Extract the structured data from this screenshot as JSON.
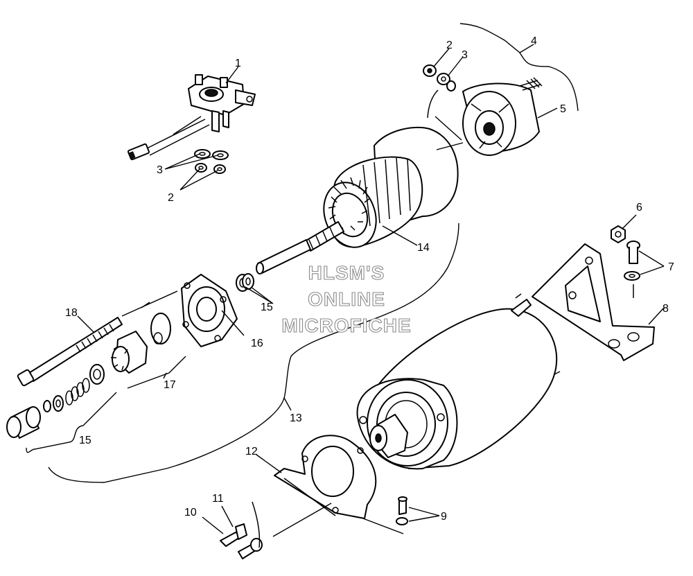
{
  "watermark": {
    "line1": "HLSM'S",
    "line2": "ONLINE",
    "line3": "MICROFICHE"
  },
  "callouts": {
    "n1": "1",
    "n2a": "2",
    "n2b": "2",
    "n3a": "3",
    "n3b": "3",
    "n4": "4",
    "n5": "5",
    "n6": "6",
    "n7": "7",
    "n8": "8",
    "n9": "9",
    "n10": "10",
    "n11": "11",
    "n12": "12",
    "n13": "13",
    "n14": "14",
    "n15a": "15",
    "n15b": "15",
    "n16": "16",
    "n17": "17",
    "n18": "18"
  }
}
